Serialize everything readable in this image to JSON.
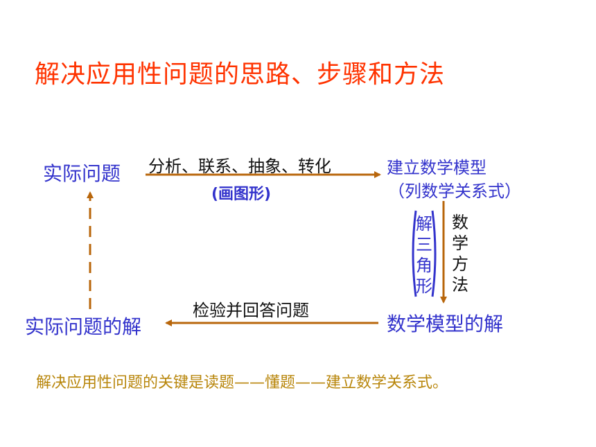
{
  "title": "解决应用性问题的思路、步骤和方法",
  "nodes": {
    "real_problem": "实际问题",
    "build_model": "建立数学模型",
    "build_model_note": "（列数学关系式）",
    "model_solution": "数学模型的解",
    "real_solution": "实际问题的解"
  },
  "edges": {
    "top_label": "分析、联系、抽象、转化",
    "top_sub": "(画图形)",
    "right_label": "数学方法",
    "right_side": "解三角形",
    "bottom_label": "检验并回答问题"
  },
  "footer": "解决应用性问题的关键是读题——懂题——建立数学关系式。",
  "colors": {
    "title": "#ff3300",
    "node": "#3333cc",
    "arrow": "#b8660b",
    "footer": "#b8860b"
  }
}
